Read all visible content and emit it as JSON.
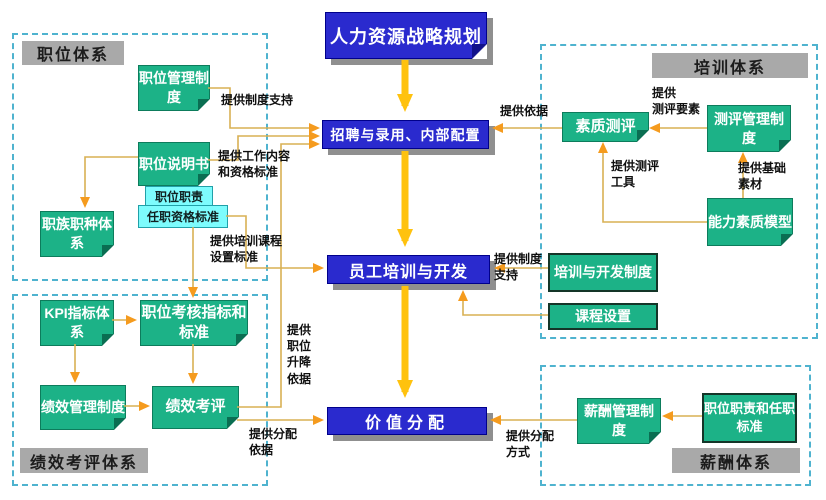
{
  "diagram_title": "人力资源战略规划",
  "sections": {
    "position": "职位体系",
    "performance": "绩效考评体系",
    "training": "培训体系",
    "compensation": "薪酬体系"
  },
  "nodes": {
    "hr_strategy": "人力资源战略规划",
    "recruitment": "招聘与录用、内部配置",
    "training_dev": "员工培训与开发",
    "value_distribution": "价值分配",
    "position_mgmt": "职位管理制度",
    "job_description": "职位说明书",
    "job_duties": "职位职责",
    "qualification_std": "任职资格标准",
    "job_family": "职族职种体系",
    "kpi": "KPI指标体系",
    "appraisal_std": "职位考核指标和标准",
    "perf_mgmt": "绩效管理制度",
    "perf_appraisal": "绩效考评",
    "quality_assessment": "素质测评",
    "assessment_mgmt": "测评管理制度",
    "competency_model": "能力素质模型",
    "training_policy": "培训与开发制度",
    "curriculum": "课程设置",
    "comp_mgmt": "薪酬管理制度",
    "duty_standard": "职位职责和任职标准"
  },
  "edge_labels": {
    "policy_support": "提供制度支持",
    "work_content": "提供工作内容\n和资格标准",
    "training_course": "提供培训课程\n设置标准",
    "promotion_basis": "提供\n职位\n升降\n依据",
    "distribution_basis": "提供分配\n依据",
    "basis": "提供依据",
    "assessment_elements": "提供\n测评要素",
    "assessment_tools": "提供测评\n工具",
    "basic_material": "提供基础\n素材",
    "policy_support2": "提供制度\n支持",
    "distribution_method": "提供分配\n方式"
  },
  "colors": {
    "node_green": "#1cb287",
    "node_blue": "#2a2ace",
    "node_cyan": "#7dfcfd",
    "section_border": "#4fb3cf",
    "section_label_gray": "#a9a9a9",
    "connector_line": "#d8b054",
    "connector_arrow": "#f59b1e",
    "flow_arrow": "#ffc20e",
    "shadow_gray": "#8f8f8f"
  }
}
